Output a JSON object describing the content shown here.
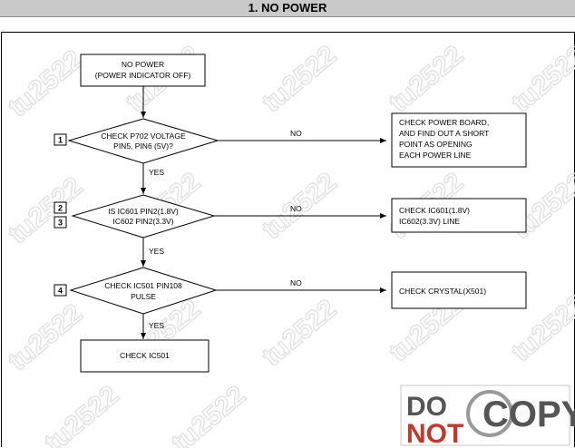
{
  "title": "1. NO POWER",
  "watermark": "tu2522",
  "start_box": [
    "NO POWER",
    "(POWER INDICATOR OFF)"
  ],
  "decisions": [
    {
      "number": "1",
      "text": [
        "CHECK P702 VOLTAGE",
        "PIN5, PIN6 (5V)?"
      ],
      "no_label": "NO",
      "yes_label": "YES",
      "action": [
        "CHECK POWER BOARD,",
        "AND FIND OUT A SHORT",
        "POINT AS OPENING",
        "EACH POWER LINE"
      ]
    },
    {
      "number": "2",
      "number2": "3",
      "text": [
        "IS IC601 PIN2(1.8V)",
        "IC602 PIN2(3.3V)"
      ],
      "no_label": "NO",
      "yes_label": "YES",
      "action": [
        "CHECK IC601(1.8V)",
        "IC602(3.3V) LINE"
      ]
    },
    {
      "number": "4",
      "text": [
        "CHECK IC501 PIN108",
        "PULSE"
      ],
      "no_label": "NO",
      "yes_label": "YES",
      "action": [
        "CHECK CRYSTAL(X501)"
      ]
    }
  ],
  "end_box": [
    "CHECK IC501"
  ],
  "stamp": {
    "line1": "DO",
    "line2": "NOT",
    "line3": "COPY"
  },
  "colors": {
    "stamp_red": "#c0392b",
    "stamp_gray": "#555555",
    "watermark": "#e2e2e2",
    "title_bg": "#c9c9c9"
  }
}
